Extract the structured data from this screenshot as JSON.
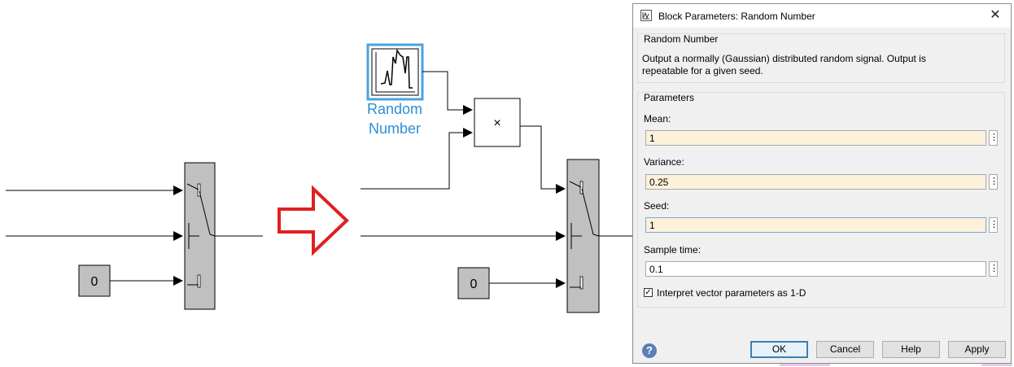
{
  "diagram": {
    "constant_left": "0",
    "constant_right": "0",
    "random_block_label_line1": "Random",
    "random_block_label_line2": "Number",
    "product_symbol": "×"
  },
  "dialog": {
    "title": "Block Parameters: Random Number",
    "section_title": "Random Number",
    "description_line1": "Output a normally (Gaussian) distributed random signal.  Output is",
    "description_line2": "repeatable for a given seed.",
    "parameters_title": "Parameters",
    "fields": [
      {
        "label": "Mean:",
        "value": "1"
      },
      {
        "label": "Variance:",
        "value": "0.25"
      },
      {
        "label": "Seed:",
        "value": "1"
      },
      {
        "label": "Sample time:",
        "value": "0.1"
      }
    ],
    "checkbox_label": "Interpret vector parameters as 1-D",
    "checkbox_checked": true,
    "buttons": {
      "ok": "OK",
      "cancel": "Cancel",
      "help": "Help",
      "apply": "Apply"
    },
    "close_glyph": "✕",
    "help_glyph": "?",
    "kebab_glyph": "⋮",
    "check_glyph": "✓"
  },
  "colors": {
    "arrow": "#e02020",
    "selection": "#4aa3df",
    "block_fill": "#c0c0c0",
    "field_fill": "#fdf1dc"
  }
}
